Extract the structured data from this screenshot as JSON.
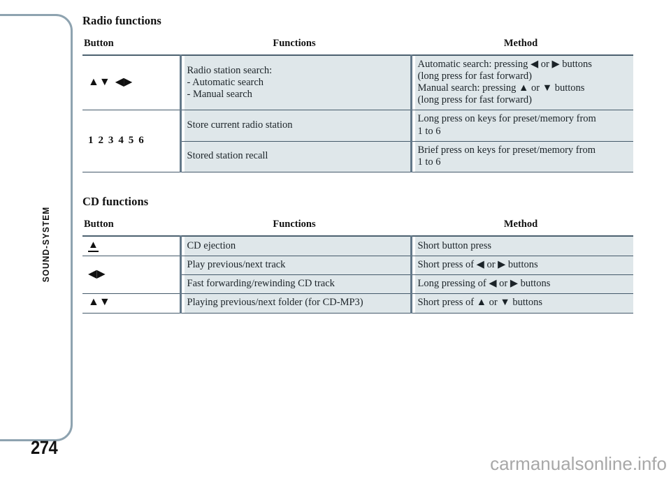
{
  "page": {
    "chapter": "SOUND-SYSTEM",
    "number": "274",
    "watermark": "carmanualsonline.info",
    "frame_color": "#8ea3b0",
    "cell_fill": "#dfe7ea",
    "rule_color": "#44596a",
    "divider_color": "#64798a"
  },
  "radio": {
    "title": "Radio functions",
    "headers": {
      "button": "Button",
      "functions": "Functions",
      "method": "Method"
    },
    "rows": [
      {
        "button_icons": "▲▼ ◀▶",
        "functions": "Radio station search:\n- Automatic search\n- Manual search",
        "method": "Automatic search: pressing ◀ or ▶ buttons\n(long press for fast forward)\nManual search: pressing ▲ or ▼ buttons\n(long press for fast forward)"
      },
      {
        "button_label": "1 2 3 4 5 6",
        "functions": "Store current radio station",
        "method": "Long press on keys for preset/memory from\n1 to 6"
      },
      {
        "button_label": "",
        "functions": "Stored station recall",
        "method": "Brief press on keys for preset/memory from\n1 to 6"
      }
    ]
  },
  "cd": {
    "title": "CD functions",
    "headers": {
      "button": "Button",
      "functions": "Functions",
      "method": "Method"
    },
    "rows": [
      {
        "button_icons": "eject",
        "functions": "CD ejection",
        "method": "Short button press"
      },
      {
        "button_icons": "◀▶",
        "functions": "Play previous/next track",
        "method": "Short press of ◀ or ▶ buttons"
      },
      {
        "button_icons": "",
        "functions": "Fast forwarding/rewinding CD track",
        "method": "Long pressing of ◀ or ▶ buttons"
      },
      {
        "button_icons": "▲▼",
        "functions": "Playing previous/next folder (for CD-MP3)",
        "method": "Short press of ▲ or ▼ buttons"
      }
    ]
  }
}
